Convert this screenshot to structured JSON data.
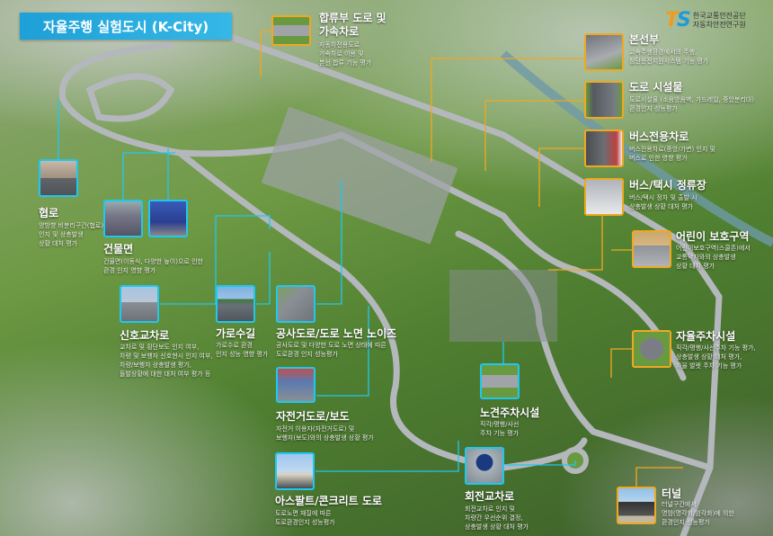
{
  "title": "자율주행 실험도시 (K-City)",
  "logo": {
    "mark_t": "T",
    "mark_s": "S",
    "org_line1": "한국교통안전공단",
    "org_line2": "자동차안전연구원"
  },
  "colors": {
    "left_accent": "#1ec8f0",
    "right_accent": "#f0a820",
    "banner": "#1ea0d8"
  },
  "items": [
    {
      "title": "협로",
      "desc": [
        "양방향 비분리구간(협로)",
        "인지 및 상충발생",
        "상황 대처 평가"
      ]
    },
    {
      "title": "건물면",
      "desc": [
        "건물면(이동식, 다양한 높이)으로 인한",
        "환경 인지 영향 평가"
      ]
    },
    {
      "title": "신호교차로",
      "desc": [
        "교차로 및 횡단보도 인지 여부,",
        "차량 및 보행자 신호현시 인지 여부,",
        "차량/보행자 상충발생 평가,",
        "돌발상황에 대한 대처 여부 평가 등"
      ]
    },
    {
      "title": "가로수길",
      "desc": [
        "가로수로 환경",
        "인지 성능 영향 평가"
      ]
    },
    {
      "title": "공사도로/도로 노면 노이즈",
      "desc": [
        "공사도로 및 다양한 도로 노면 상태에 따른",
        "도로환경 인지 성능평가"
      ]
    },
    {
      "title": "자전거도로/보도",
      "desc": [
        "자전거 이용자(자전거도로) 및",
        "보행자(보도)와의 상충발생 상황 평가"
      ]
    },
    {
      "title": "아스팔트/콘크리트 도로",
      "desc": [
        "도로노면 재질에 따른",
        "도로환경인지 성능평가"
      ]
    },
    {
      "title": "회전교차로",
      "desc": [
        "회전교차로 인지 및",
        "차량간 우선순위 결정,",
        "상충발생 상황 대처 평가"
      ]
    },
    {
      "title": "노견주차시설",
      "desc": [
        "직각/평행/사선",
        "주차 기능 평가"
      ]
    },
    {
      "title": "합류부 도로 및 가속차로",
      "title_lines": [
        "합류부 도로 및",
        "가속차로"
      ],
      "desc": [
        "자동차전용도로",
        "가속차로 이용 및",
        "본선 합류 기능 평가"
      ]
    },
    {
      "title": "본선부",
      "desc": [
        "고속주행환경에서의 주행,",
        "첨단운전지원시스템 기능 평가"
      ]
    },
    {
      "title": "도로 시설물",
      "desc": [
        "도로시설물 (소음방음벽, 가드레일, 중앙분리대)",
        "환경인지 성능평가"
      ]
    },
    {
      "title": "버스전용차로",
      "desc": [
        "버스전용차로(중앙/가변) 인지 및",
        "버스로 인한 영향 평가"
      ]
    },
    {
      "title": "버스/택시 정류장",
      "desc": [
        "버스/택시 정차 및 출발 시",
        "상충발생 상황 대처 평가"
      ]
    },
    {
      "title": "어린이 보호구역",
      "desc": [
        "어린이보호구역(스쿨존)에서",
        "교통약자와의 상충발생",
        "상황 대처 평가"
      ]
    },
    {
      "title": "자율주차시설",
      "desc": [
        "직각/평행/사선주차 기능 평가,",
        "상충발생 상황 대처 평가,",
        "자율 발렛 주차 기능 평가"
      ]
    },
    {
      "title": "터널",
      "desc": [
        "터널구간에서",
        "명암(명각화/암각화)에 의한",
        "환경인지 성능평가"
      ]
    }
  ]
}
